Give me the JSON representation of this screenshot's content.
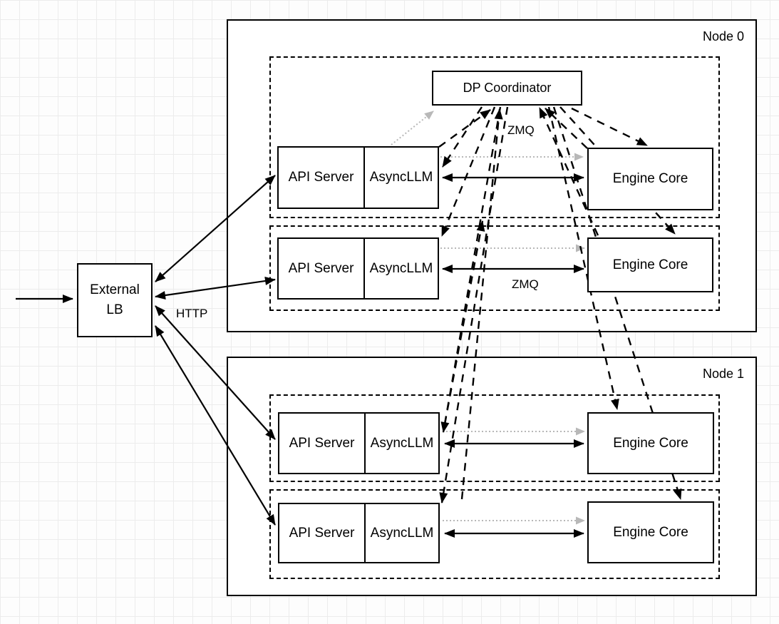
{
  "diagram": {
    "external_lb": {
      "line1": "External",
      "line2": "LB"
    },
    "http_label": "HTTP",
    "zmq_top_label": "ZMQ",
    "zmq_mid_label": "ZMQ",
    "coordinator_label": "DP Coordinator",
    "nodes": [
      {
        "label": "Node 0",
        "rows": [
          {
            "api": "API Server",
            "async": "AsyncLLM",
            "engine": "Engine Core"
          },
          {
            "api": "API Server",
            "async": "AsyncLLM",
            "engine": "Engine Core"
          }
        ]
      },
      {
        "label": "Node 1",
        "rows": [
          {
            "api": "API Server",
            "async": "AsyncLLM",
            "engine": "Engine Core"
          },
          {
            "api": "API Server",
            "async": "AsyncLLM",
            "engine": "Engine Core"
          }
        ]
      }
    ],
    "colors": {
      "line": "#000000",
      "dotted_gray": "#b8b8b8",
      "grid": "#ececec",
      "box_fill": "#ffffff"
    }
  }
}
